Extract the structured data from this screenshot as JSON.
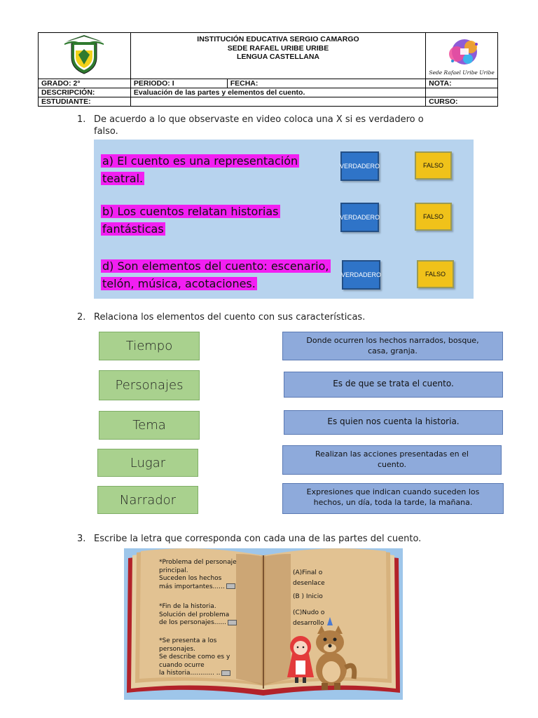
{
  "header": {
    "school": "INSTITUCIÓN EDUCATIVA SERGIO CAMARGO",
    "sede": "SEDE RAFAEL URIBE URIBE",
    "subject": "LENGUA CASTELLANA",
    "logo_caption": "Sede Rafael Uribe Uribe",
    "grado": "GRADO:  2°",
    "periodo": "PERIODO: I",
    "fecha": "FECHA:",
    "nota": "NOTA:",
    "descripcion_label": "DESCRIPCIÓN:",
    "descripcion_value": "Evaluación de las partes y elementos del cuento.",
    "estudiante": "ESTUDIANTE:",
    "curso": "CURSO:"
  },
  "q1": {
    "number": "1.",
    "line1": "De acuerdo a lo que observaste en video coloca una X si es verdadero o",
    "line2": "falso.",
    "true_label": "VERDADERO",
    "false_label": "FALSO",
    "items": [
      {
        "l1": "a) El cuento es una representación",
        "l2": "teatral."
      },
      {
        "l1": "b) Los cuentos relatan historias",
        "l2": " fantásticas"
      },
      {
        "l1": "d) Son elementos del cuento: escenario,",
        "l2": " telón, música, acotaciones."
      }
    ]
  },
  "q2": {
    "number": "2.",
    "text": "Relaciona los elementos del cuento con sus características.",
    "elements": [
      "Tiempo",
      "Personajes",
      "Tema",
      "Lugar",
      "Narrador"
    ],
    "descriptions": [
      [
        "Donde ocurren los hechos narrados, bosque,",
        "casa, granja."
      ],
      [
        "Es de que se trata el cuento."
      ],
      [
        "Es quien nos cuenta la historia."
      ],
      [
        "Realizan las acciones presentadas en el",
        "cuento."
      ],
      [
        "Expresiones que indican cuando suceden los",
        "hechos, un día, toda la tarde, la mañana."
      ]
    ]
  },
  "q3": {
    "number": "3.",
    "text": "Escribe la letra que corresponda con cada una de las partes del cuento.",
    "left_page": [
      [
        "*Problema del personaje",
        "principal.",
        "Suceden los hechos",
        " más importantes......"
      ],
      [
        "*Fin de la historia.",
        "Solución del problema",
        " de los personajes......"
      ],
      [
        "*Se presenta a los",
        "personajes.",
        "Se describe como es y",
        "cuando ocurre",
        "la historia............ .."
      ]
    ],
    "right_page": [
      [
        "(A)Final o",
        "desenlace"
      ],
      [
        "(B ) Inicio"
      ],
      [
        "(C)Nudo o",
        "desarrollo"
      ]
    ]
  },
  "colors": {
    "highlight": "#f21ff2",
    "verdadero": "#2f74c8",
    "falso": "#f0c21a",
    "green_box": "#a9d18e",
    "blue_box": "#8eaadb",
    "panel": "#b7d3ee"
  }
}
